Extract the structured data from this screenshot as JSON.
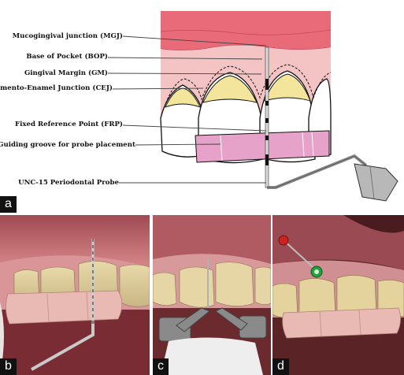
{
  "figure": {
    "panels": [
      {
        "id": "a",
        "label": "a"
      },
      {
        "id": "b",
        "label": "b"
      },
      {
        "id": "c",
        "label": "c"
      },
      {
        "id": "d",
        "label": "d"
      }
    ],
    "labels": {
      "mgj": "Mucogingival junction (MGJ)",
      "bop": "Base of Pocket (BOP)",
      "gm": "Gingival Margin (GM)",
      "cej": "Cemento-Enamel Junction (CEJ)",
      "frp": "Fixed Reference Point (FRP)",
      "groove": "Guiding groove for probe placement",
      "probe": "UNC-15 Periodontal Probe"
    }
  },
  "colors": {
    "mucosa": "#e96b79",
    "gingiva": "#f4c3c4",
    "enamel_band": "#f3e69c",
    "stent": "#e6a2c8",
    "probe_steel": "#8c8c8c"
  }
}
